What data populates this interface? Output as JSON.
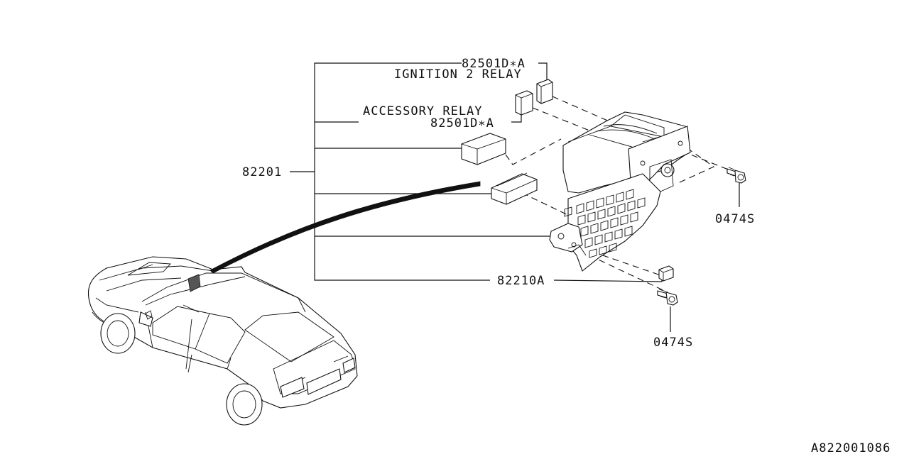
{
  "labels": {
    "relay_part_top": "82501D∗A",
    "ignition_relay": "IGNITION 2 RELAY",
    "accessory_relay": "ACCESSORY RELAY",
    "relay_part_bottom": "82501D∗A",
    "main_part": "82201",
    "bracket_part": "82210A",
    "bolt_upper": "0474S",
    "bolt_lower": "0474S",
    "diagram_id": "A822001086"
  },
  "colors": {
    "line": "#111111",
    "background": "#ffffff"
  }
}
